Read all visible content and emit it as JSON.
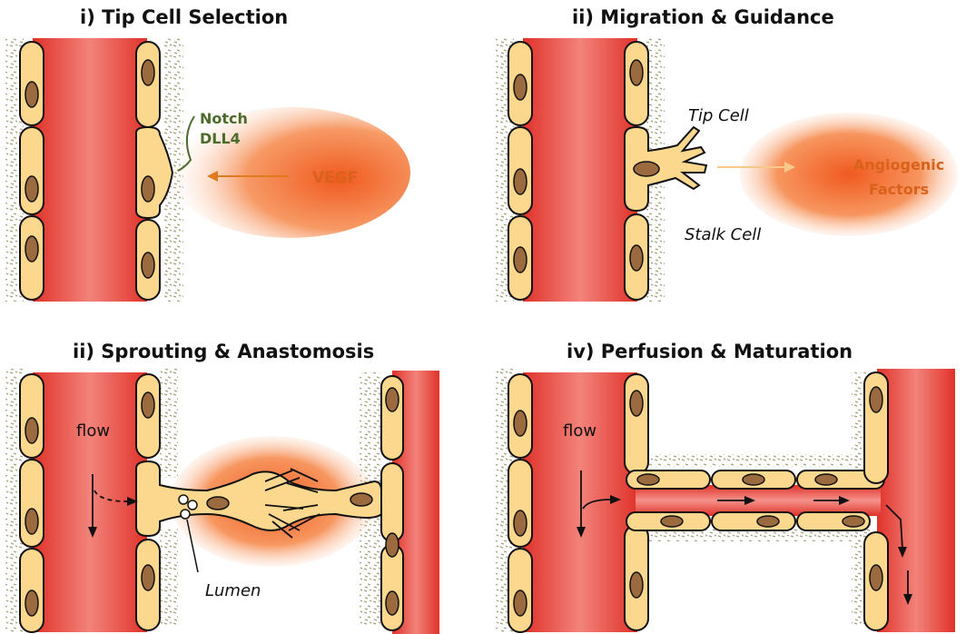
{
  "panels": {
    "p1": {
      "title": "i) Tip Cell Selection",
      "notch": "Notch",
      "dll4": "DLL4",
      "vegf": "VEGF"
    },
    "p2": {
      "title": "ii)  Migration & Guidance",
      "tip_cell": "Tip Cell",
      "stalk_cell": "Stalk Cell",
      "factors_line1": "Angiogenic",
      "factors_line2": "Factors"
    },
    "p3": {
      "title": "ii) Sprouting & Anastomosis",
      "flow": "flow",
      "lumen": "Lumen"
    },
    "p4": {
      "title": "iv) Perfusion & Maturation",
      "flow": "flow"
    }
  },
  "colors": {
    "vessel_red": "#e0322a",
    "cell_fill": "#fcd88e",
    "nucleus": "#9b6a3f",
    "gradient_orange": "#f26a2a",
    "notch_green": "#4d6b2a",
    "vegf_orange": "#e07a1e",
    "pericyte": "#a8a27a"
  }
}
